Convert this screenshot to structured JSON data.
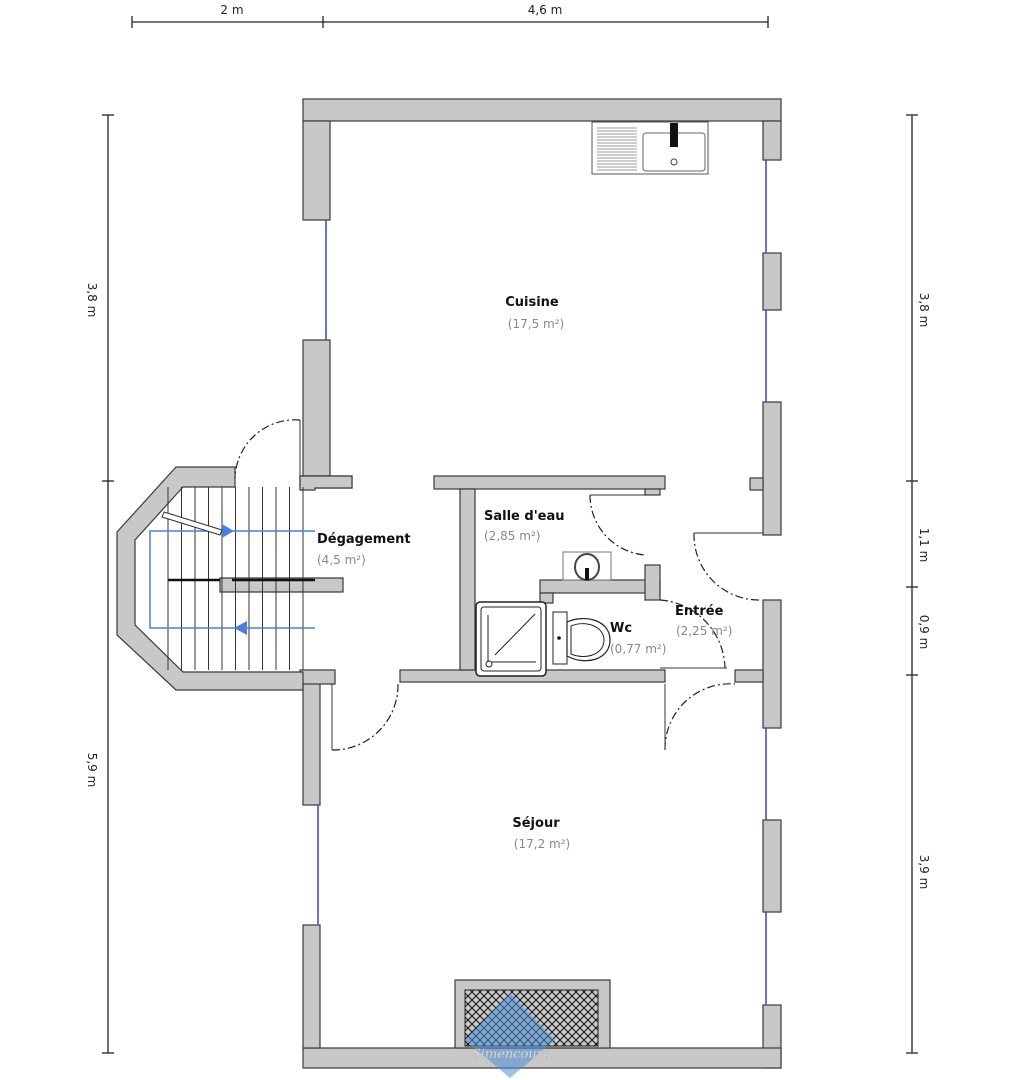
{
  "dimensions": {
    "top": [
      "2 m",
      "4,6 m"
    ],
    "left": [
      "3,8 m",
      "5,9 m"
    ],
    "right": [
      "3,8 m",
      "1,1 m",
      "0,9 m",
      "3,9 m"
    ]
  },
  "rooms": [
    {
      "name": "Cuisine",
      "area": "(17,5 m²)"
    },
    {
      "name": "Salle d'eau",
      "area": "(2,85 m²)"
    },
    {
      "name": "Dégagement",
      "area": "(4,5 m²)"
    },
    {
      "name": "Wc",
      "area": "(0,77 m²)"
    },
    {
      "name": "Entrée",
      "area": "(2,25 m²)"
    },
    {
      "name": "Séjour",
      "area": "(17,2 m²)"
    }
  ],
  "colors": {
    "wall": "#c8c8c8",
    "window": "#3344cc",
    "stair_arrow": "#4a7fe0"
  },
  "watermark": "Simencourt"
}
